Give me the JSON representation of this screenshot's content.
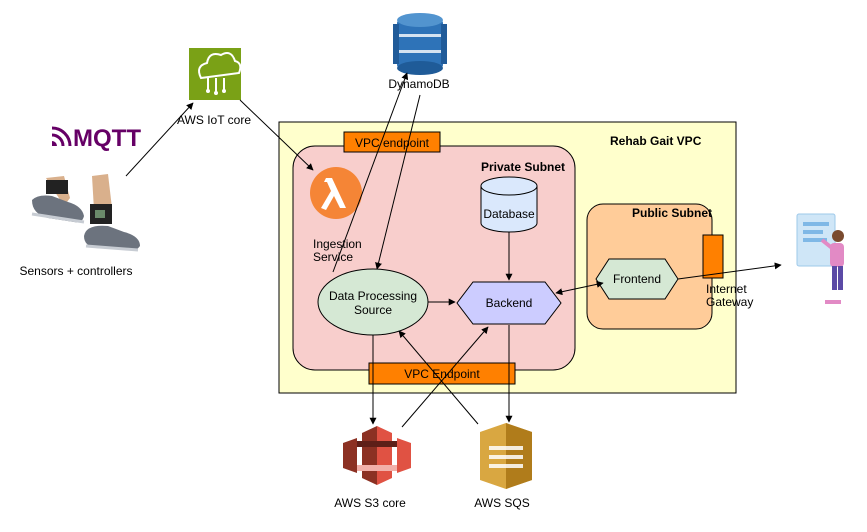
{
  "diagram": {
    "vpc": {
      "label": "Rehab Gait VPC"
    },
    "private_subnet": {
      "label": "Private Subnet"
    },
    "public_subnet": {
      "label": "Public Subnet"
    },
    "vpc_endpoint_top": {
      "label": "VPC endpoint"
    },
    "vpc_endpoint_bottom": {
      "label": "VPC Endpoint"
    },
    "dynamodb": {
      "label": "DynamoDB"
    },
    "iot_core": {
      "label": "AWS IoT core"
    },
    "mqtt": {
      "label": "MQTT"
    },
    "sensors": {
      "label": "Sensors + controllers"
    },
    "lambda": {
      "label_line1": "Ingestion",
      "label_line2": "Service"
    },
    "database": {
      "label": "Database"
    },
    "data_processing": {
      "label_line1": "Data Processing",
      "label_line2": "Source"
    },
    "backend": {
      "label": "Backend"
    },
    "frontend": {
      "label": "Frontend"
    },
    "internet_gateway": {
      "label_line1": "Internet",
      "label_line2": "Gateway"
    },
    "s3": {
      "label": "AWS S3 core"
    },
    "sqs": {
      "label": "AWS SQS"
    }
  },
  "colors": {
    "vpc_fill": "#ffffcc",
    "private_fill": "#f8cecc",
    "public_fill": "#ffcc99",
    "endpoint_fill": "#ff8000",
    "lambda_orange": "#f58536",
    "iot_green": "#7aa116",
    "dynamo_blue": "#2e73b8",
    "s3_red": "#e05243",
    "sqs_gold": "#d9a741",
    "mqtt_purple": "#660066",
    "db_fill": "#dae8fc",
    "process_fill": "#d5e8d4",
    "backend_fill": "#ccccff"
  }
}
